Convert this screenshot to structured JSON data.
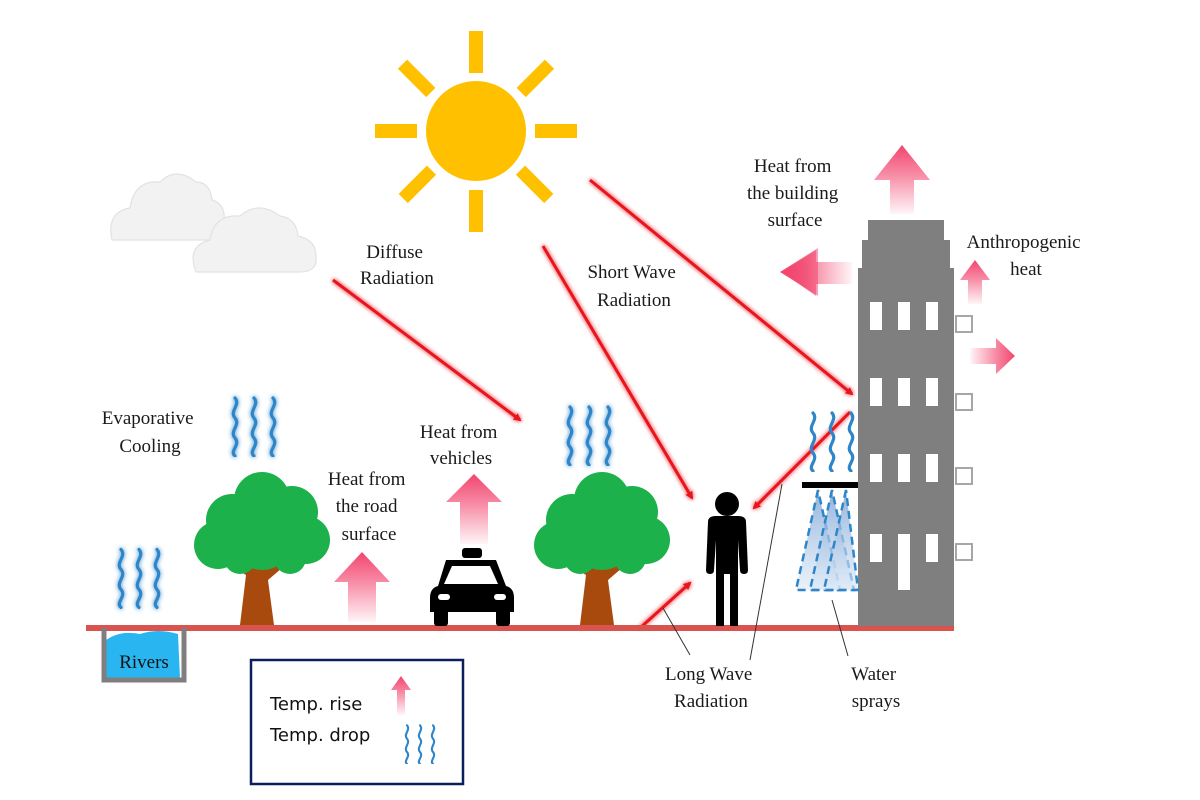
{
  "diagram": {
    "title": "Urban heat island: heat sources and cooling measures",
    "colors": {
      "sun": "#FFC000",
      "radiation": "#E8141C",
      "heat_arrow": "#F2456E",
      "cooling_wave": "#2E86C8",
      "ground": "#D9534F",
      "tree_canopy": "#1DB14B",
      "tree_trunk": "#A84A0E",
      "building": "#7F7F7F",
      "water": "#29B6F0",
      "cloud": "#F2F2F2",
      "legend_border": "#0B1F5C"
    },
    "labels": {
      "diffuse_radiation": [
        "Diffuse",
        "Radiation"
      ],
      "short_wave_radiation": [
        "Short Wave",
        "Radiation"
      ],
      "heat_from_building": [
        "Heat from",
        "the building",
        "surface"
      ],
      "anthropogenic_heat": [
        "Anthropogenic",
        "heat"
      ],
      "evaporative_cooling": [
        "Evaporative",
        "Cooling"
      ],
      "heat_from_road": [
        "Heat from",
        "the road",
        "surface"
      ],
      "heat_from_vehicles": [
        "Heat from",
        "vehicles"
      ],
      "long_wave_radiation": [
        "Long Wave",
        "Radiation"
      ],
      "water_sprays": [
        "Water",
        "sprays"
      ],
      "rivers": "Rivers"
    },
    "legend": {
      "items": [
        {
          "label": "Temp. rise",
          "icon": "red-up-arrow-icon"
        },
        {
          "label": "Temp. drop",
          "icon": "blue-wave-icon"
        }
      ]
    }
  }
}
